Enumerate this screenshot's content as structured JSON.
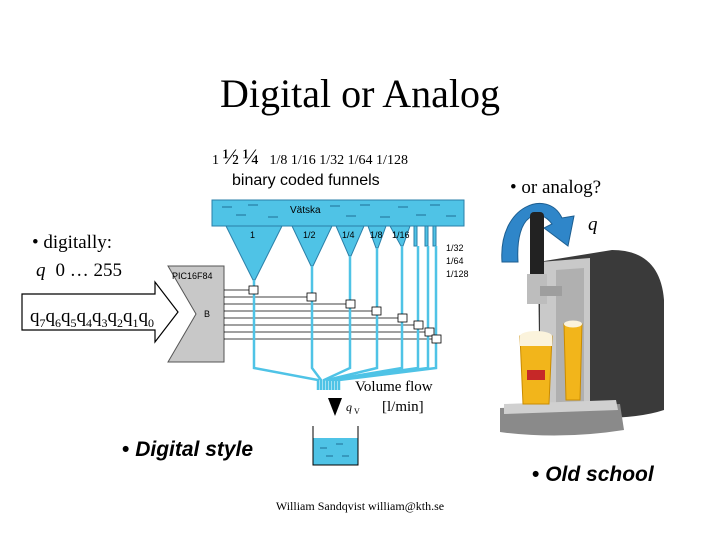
{
  "title": "Digital  or  Analog",
  "fractions": {
    "one": "1",
    "half": "½",
    "quarter": "¼",
    "rest": "1/8   1/16   1/32   1/64   1/128"
  },
  "funnels": {
    "caption": "binary coded funnels",
    "tank_label": "Vätska",
    "funnel_labels": [
      "1",
      "1/2",
      "1/4",
      "1/8",
      "1/16"
    ],
    "side_labels": [
      "1/32",
      "1/64",
      "1/128"
    ],
    "chip_label": "PIC16F84",
    "chip_pin": "B"
  },
  "digital": {
    "heading": "digitally:",
    "q": "q",
    "range": "0 … 255",
    "bits": [
      {
        "base": "q",
        "sub": "7"
      },
      {
        "base": "q",
        "sub": "6"
      },
      {
        "base": "q",
        "sub": "5"
      },
      {
        "base": "q",
        "sub": "4"
      },
      {
        "base": "q",
        "sub": "3"
      },
      {
        "base": "q",
        "sub": "2"
      },
      {
        "base": "q",
        "sub": "1"
      },
      {
        "base": "q",
        "sub": "0"
      }
    ],
    "style_label": "Digital style"
  },
  "flow": {
    "label": "Volume flow",
    "unit": "[l/min]",
    "symbol": "q",
    "symbol_sub": "V"
  },
  "analog": {
    "heading": "or analog?",
    "q": "q",
    "style_label": "Old school"
  },
  "footer": "William Sandqvist  william@kth.se",
  "colors": {
    "water": "#4fc3e6",
    "water_light": "#aee3f3",
    "arrow_blue": "#2f86c9",
    "beer": "#f2b51b"
  }
}
